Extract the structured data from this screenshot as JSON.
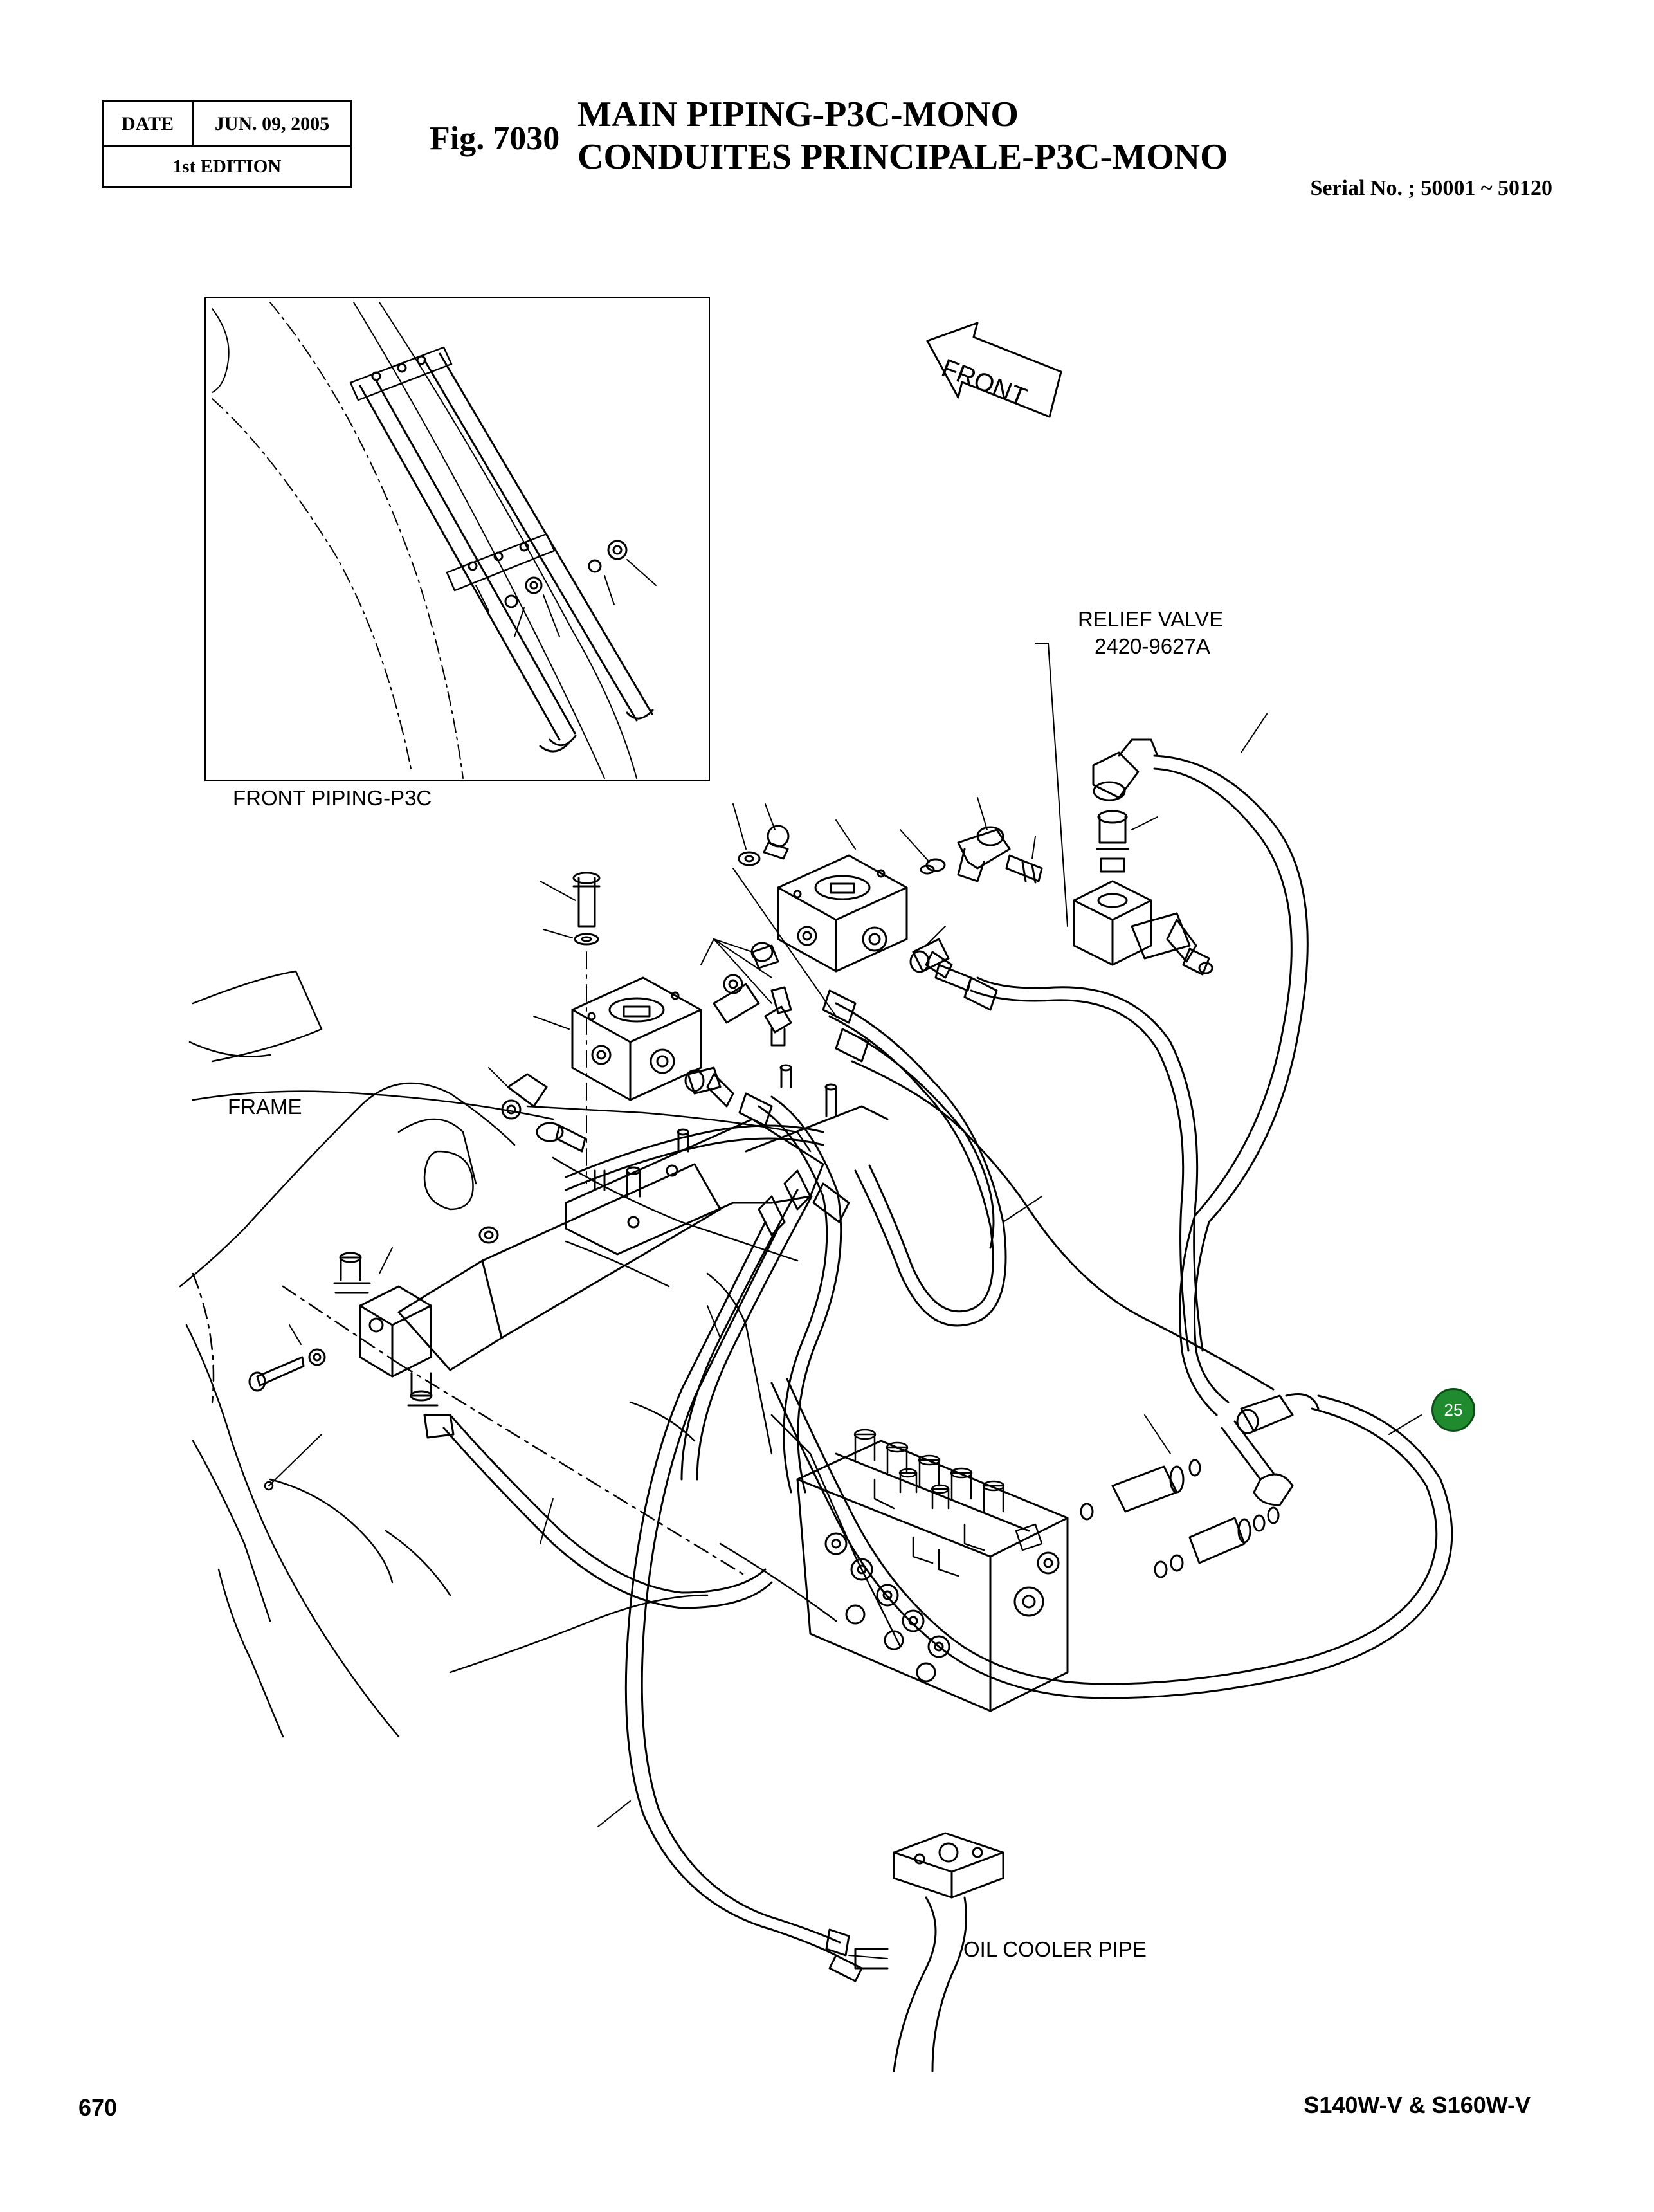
{
  "header": {
    "date_label": "DATE",
    "date_value": "JUN. 09, 2005",
    "edition": "1st EDITION",
    "figure": "Fig. 7030",
    "title_line1": "MAIN PIPING-P3C-MONO",
    "title_line2": "CONDUITES PRINCIPALE-P3C-MONO",
    "serial": "Serial No. ; 50001 ~ 50120"
  },
  "labels": {
    "front_arrow": "FRONT",
    "relief_valve": "RELIEF VALVE",
    "relief_valve_part": "2420-9627A",
    "front_piping": "FRONT PIPING-P3C",
    "frame": "FRAME",
    "oil_cooler_pipe": "OIL COOLER PIPE"
  },
  "callout": {
    "number": "25",
    "color": "#1f8a2e"
  },
  "footer": {
    "page_number": "670",
    "model": "S140W-V & S160W-V"
  }
}
